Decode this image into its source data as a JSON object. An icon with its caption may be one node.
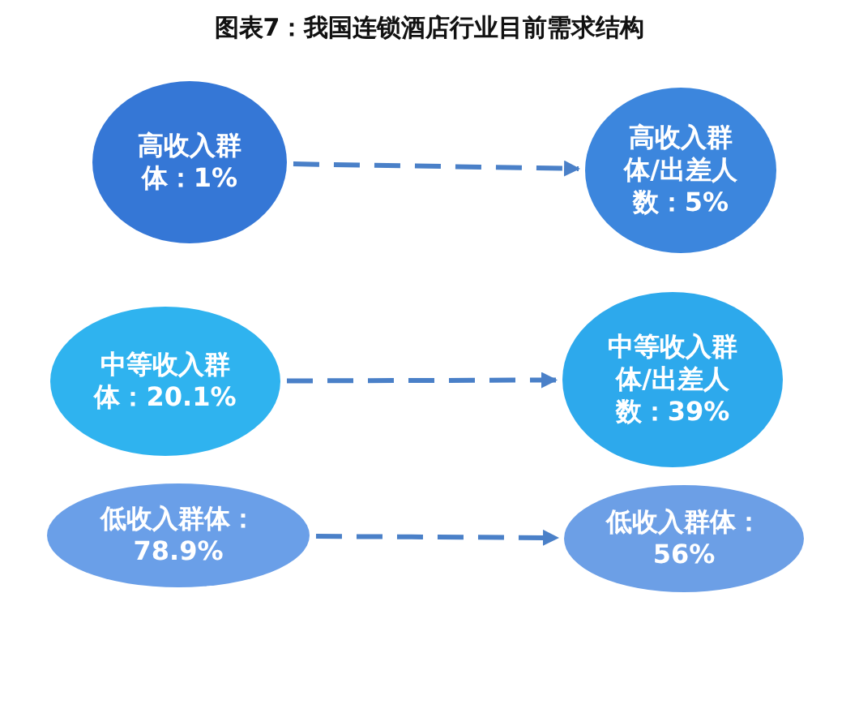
{
  "diagram": {
    "title": "图表7：我国连锁酒店行业目前需求结构",
    "nodes": [
      {
        "text": [
          "高收入群体：1%"
        ]
      },
      {
        "text": [
          "高收入群体/出差人数：5%"
        ]
      },
      {
        "text": [
          "中等收入群体：20.1%"
        ]
      },
      {
        "text": [
          "中等收入群体/出差人数：39%"
        ]
      },
      {
        "text": [
          "低收入群体：78.9%"
        ]
      },
      {
        "text": [
          "低收入群体：56%"
        ]
      }
    ],
    "edges": [
      {
        "from": 0,
        "to": 1,
        "arrow": "to",
        "style": "dashed"
      },
      {
        "from": 2,
        "to": 3,
        "arrow": "to",
        "style": "dashed"
      },
      {
        "from": 4,
        "to": 5,
        "arrow": "to",
        "style": "dashed"
      }
    ]
  }
}
